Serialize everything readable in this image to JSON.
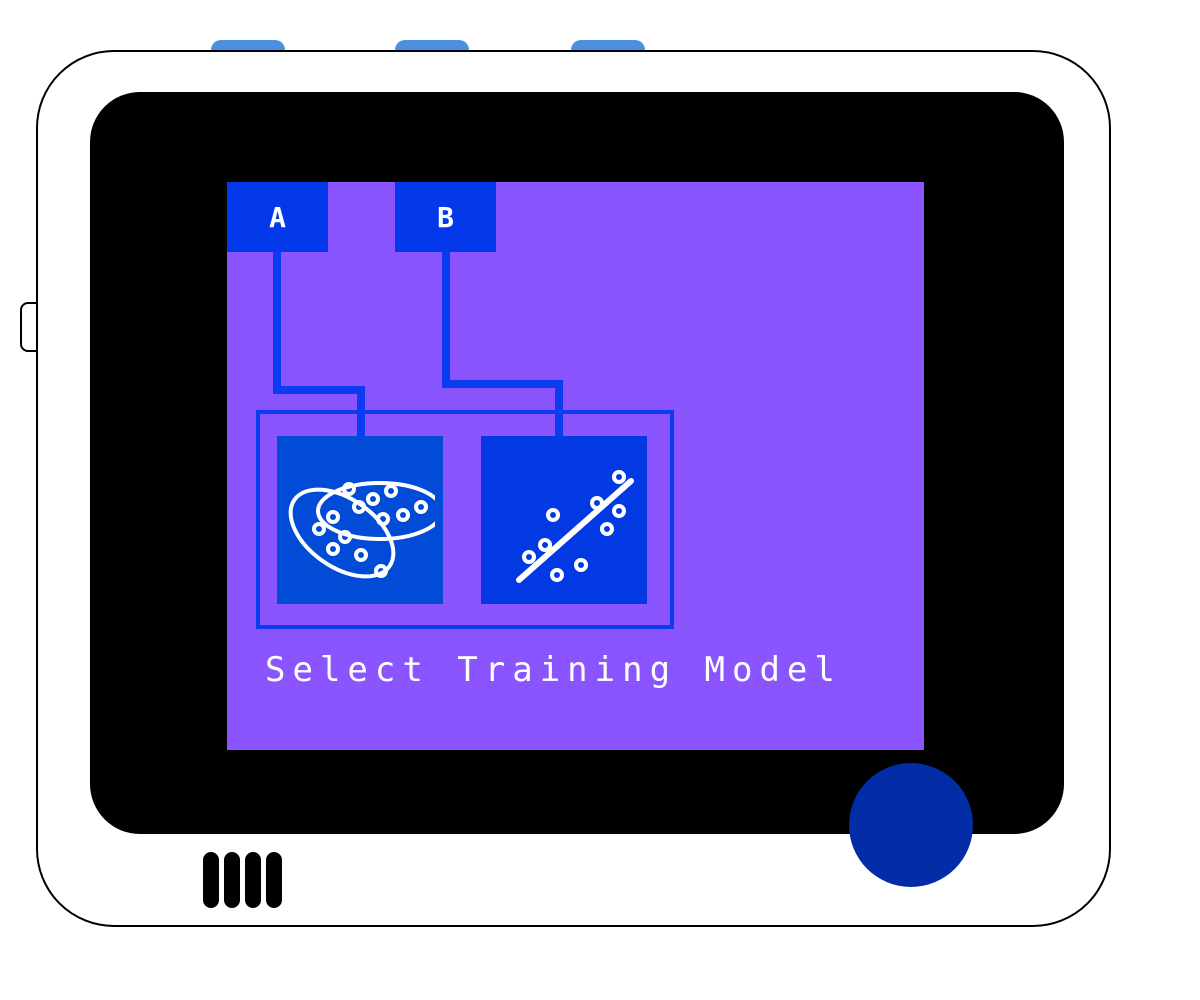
{
  "device": {
    "top_buttons": [
      "top-button-1",
      "top-button-2",
      "top-button-3"
    ],
    "speaker_slots": 4
  },
  "screen": {
    "background": "#8a55ff",
    "keys": {
      "a_label": "A",
      "b_label": "B"
    },
    "models": [
      {
        "name": "clustering-model",
        "icon": "clustering-icon"
      },
      {
        "name": "regression-model",
        "icon": "regression-icon"
      }
    ],
    "caption": "Select Training Model"
  },
  "colors": {
    "accent_blue": "#0339ea",
    "tile_blue_1": "#024bd6",
    "tile_blue_2": "#0339e3",
    "home_button": "#022da6",
    "top_button": "#4a8fe0"
  }
}
